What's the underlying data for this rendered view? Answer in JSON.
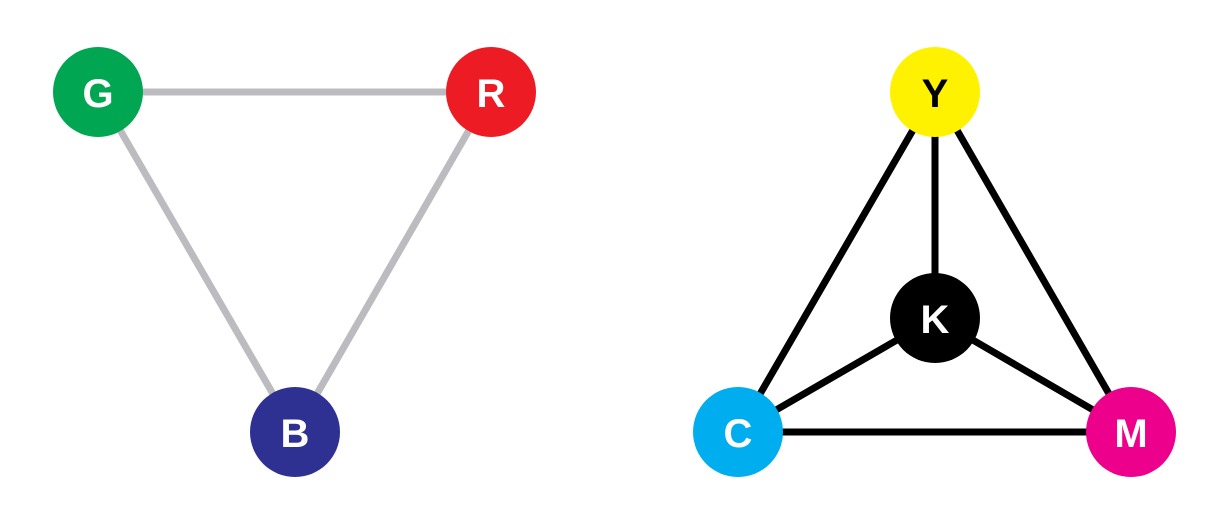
{
  "rgb": {
    "edge_color": "#bcbcc0",
    "nodes": {
      "g": {
        "label": "G",
        "fill": "#00a651",
        "text_color": "#ffffff"
      },
      "r": {
        "label": "R",
        "fill": "#ed1c24",
        "text_color": "#ffffff"
      },
      "b": {
        "label": "B",
        "fill": "#2e3192",
        "text_color": "#ffffff"
      }
    },
    "edges": [
      [
        "g",
        "r"
      ],
      [
        "r",
        "b"
      ],
      [
        "b",
        "g"
      ]
    ]
  },
  "cmyk": {
    "edge_color": "#000000",
    "nodes": {
      "y": {
        "label": "Y",
        "fill": "#fff200",
        "text_color": "#000000"
      },
      "k": {
        "label": "K",
        "fill": "#000000",
        "text_color": "#ffffff"
      },
      "c": {
        "label": "C",
        "fill": "#00aeef",
        "text_color": "#ffffff"
      },
      "m": {
        "label": "M",
        "fill": "#ec008c",
        "text_color": "#ffffff"
      }
    },
    "edges": [
      [
        "y",
        "c"
      ],
      [
        "y",
        "m"
      ],
      [
        "y",
        "k"
      ],
      [
        "k",
        "c"
      ],
      [
        "k",
        "m"
      ],
      [
        "c",
        "m"
      ]
    ]
  }
}
